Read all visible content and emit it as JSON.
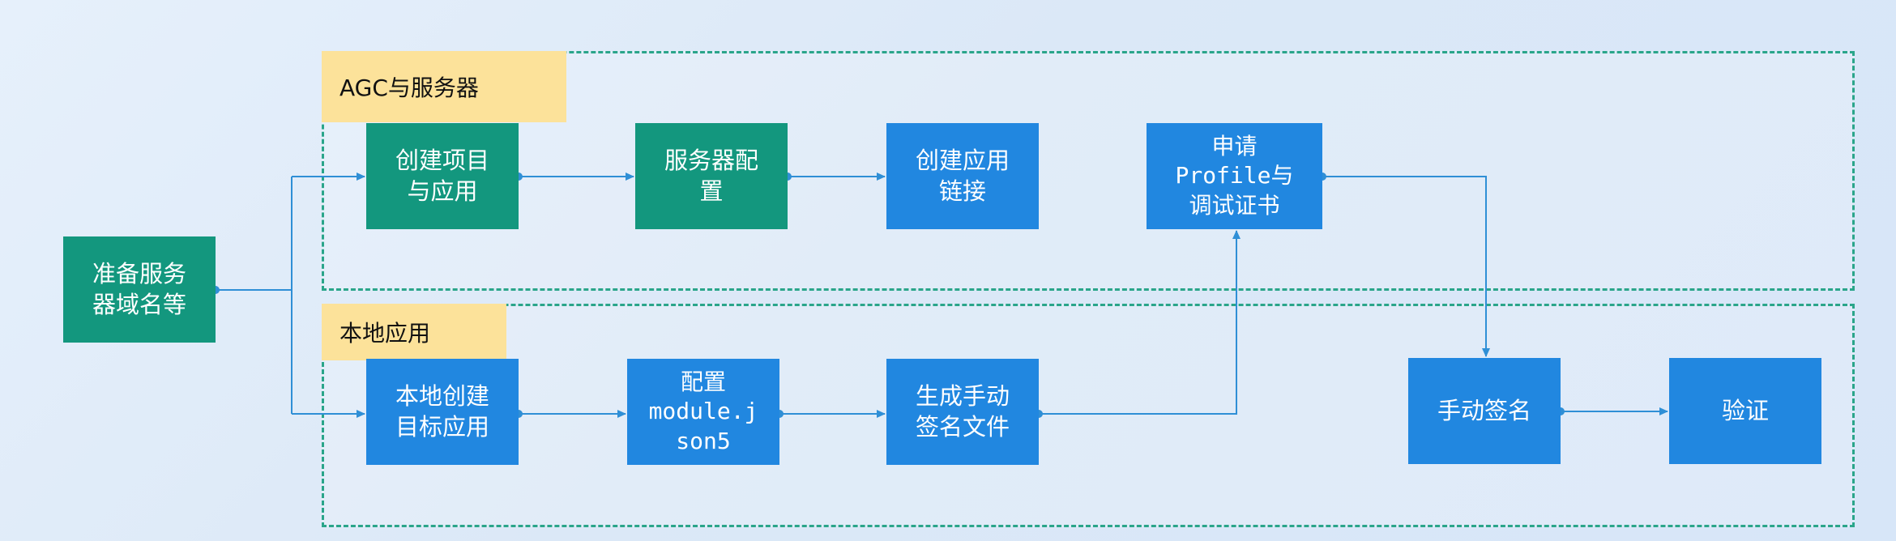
{
  "colors": {
    "teal": "#13977e",
    "blue": "#2187e0",
    "label": "#fce29a",
    "border": "#2aa58a",
    "line": "#2f8fd6"
  },
  "groups": {
    "agc": {
      "label": "AGC与服务器"
    },
    "local": {
      "label": "本地应用"
    }
  },
  "nodes": {
    "prepare": "准备服务\n器域名等",
    "create_project": "创建项目\n与应用",
    "server_config": "服务器配\n置",
    "create_link": "创建应用\n链接",
    "apply_profile": "申请\nProfile与\n调试证书",
    "local_create": "本地创建\n目标应用",
    "config_module": "配置\nmodule.j\nson5",
    "gen_sign_file": "生成手动\n签名文件",
    "manual_sign": "手动签名",
    "verify": "验证"
  }
}
